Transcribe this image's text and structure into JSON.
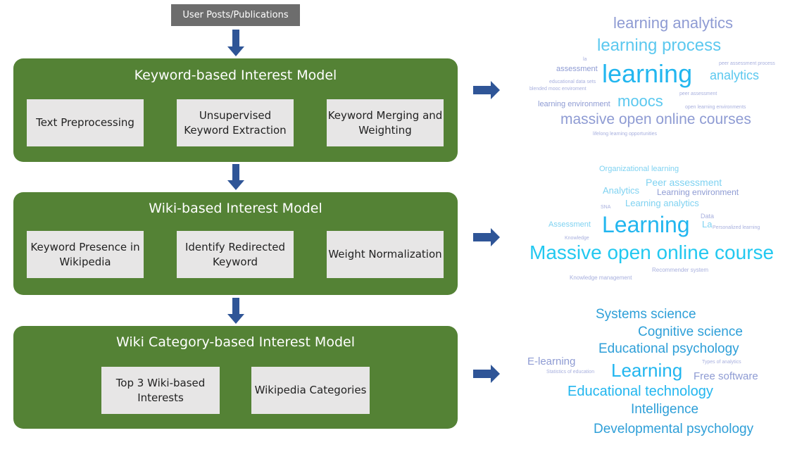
{
  "input": {
    "label": "User Posts/Publications"
  },
  "panels": [
    {
      "title": "Keyword-based Interest Model",
      "steps": [
        "Text Preprocessing",
        "Unsupervised Keyword Extraction",
        "Keyword Merging and Weighting"
      ]
    },
    {
      "title": "Wiki-based Interest Model",
      "steps": [
        "Keyword Presence in Wikipedia",
        "Identify Redirected Keyword",
        "Weight Normalization"
      ]
    },
    {
      "title": "Wiki Category-based Interest Model",
      "steps": [
        "Top 3 Wiki-based Interests",
        "Wikipedia Categories"
      ]
    }
  ],
  "clouds": [
    {
      "words": [
        "learning analytics",
        "learning process",
        "la",
        "peer assessment process",
        "assessment",
        "learning",
        "analytics",
        "educational data sets",
        "blended mooc enviroment",
        "moocs",
        "peer assessment",
        "learning environment",
        "open learning environments",
        "massive open online courses",
        "lifelong learning opportunities"
      ]
    },
    {
      "words": [
        "Organizational learning",
        "Peer assessment",
        "Analytics",
        "Learning environment",
        "Learning analytics",
        "SNA",
        "Data",
        "Assessment",
        "Learning",
        "La",
        "Personalized learning",
        "Knowledge",
        "Massive open online course",
        "Recommender system",
        "Knowledge management"
      ]
    },
    {
      "words": [
        "Systems science",
        "Cognitive science",
        "Educational psychology",
        "E-learning",
        "Types of analytics",
        "Statistics of education",
        "Learning",
        "Free software",
        "Educational technology",
        "Intelligence",
        "Developmental psychology"
      ]
    }
  ],
  "colors": {
    "panel": "#548235",
    "step": "#e7e6e6",
    "arrow_blue": "#2f5597",
    "input_box": "#6d6d6d"
  }
}
